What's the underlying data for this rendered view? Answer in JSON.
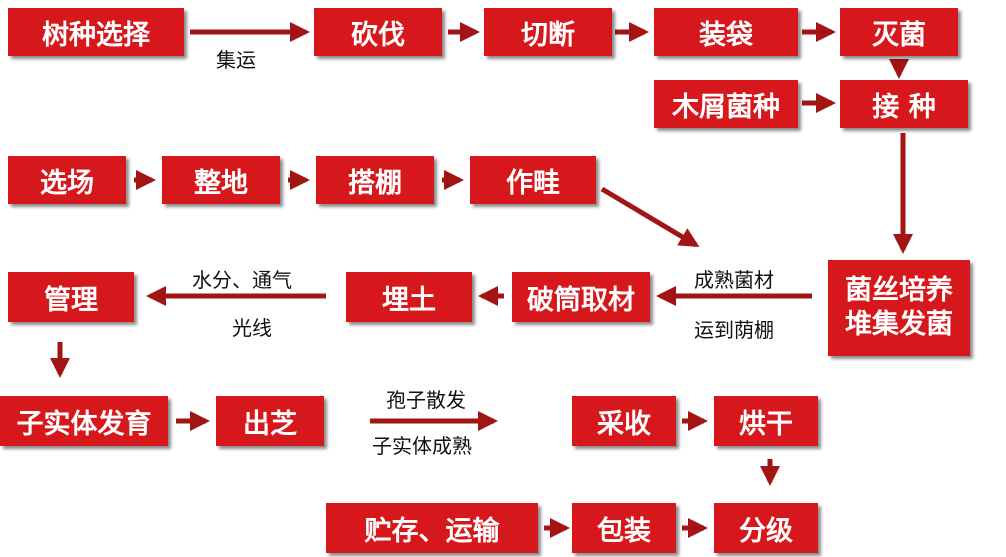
{
  "boxes": {
    "tree_selection": "树种选择",
    "felling": "砍伐",
    "cutting": "切断",
    "bagging": "装袋",
    "sterilization": "灭菌",
    "sawdust_spawn": "木屑菌种",
    "inoculation": "接 种",
    "site_selection": "选场",
    "land_preparation": "整地",
    "shed_building": "搭棚",
    "ridge_making": "作畦",
    "management": "管理",
    "burying_soil": "埋土",
    "cylinder_removal": "破筒取材",
    "mycelium_culture_line1": "菌丝培养",
    "mycelium_culture_line2": "堆集发菌",
    "fruiting_body_development": "子实体发育",
    "lingzhi_emergence": "出芝",
    "harvesting": "采收",
    "drying": "烘干",
    "storage_transport": "贮存、运输",
    "packaging": "包装",
    "grading": "分级"
  },
  "labels": {
    "collect_transport": "集运",
    "mature_material": "成熟菌材",
    "to_shade_shed": "运到荫棚",
    "water_ventilation": "水分、通气",
    "light": "光线",
    "spore_release": "孢子散发",
    "fruiting_mature": "子实体成熟"
  },
  "colors": {
    "box_fill": "#d6181d",
    "box_text": "#ffffff",
    "arrow": "#a31515",
    "label_text": "#111111"
  }
}
